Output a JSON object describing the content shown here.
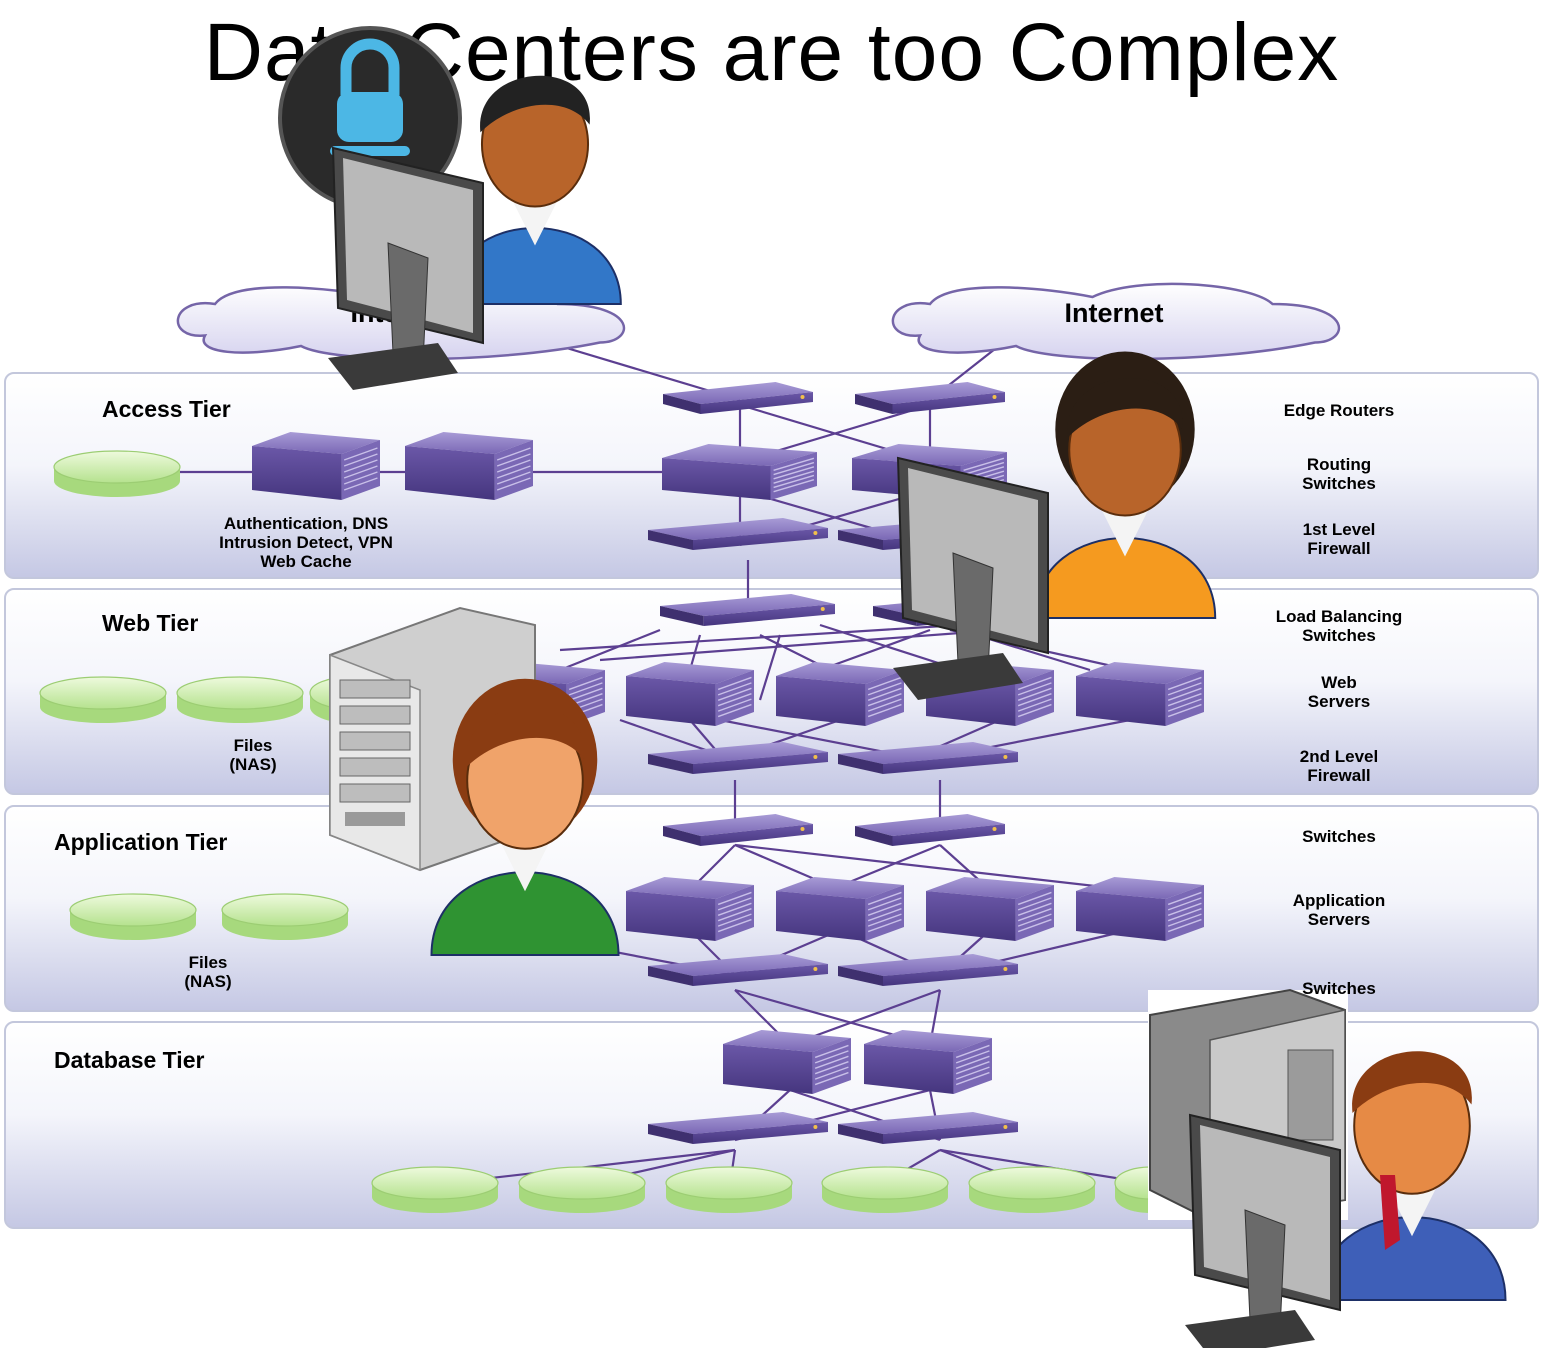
{
  "title": "Data Centers are too Complex",
  "clouds": [
    {
      "label": "Internet"
    },
    {
      "label": "Internet"
    }
  ],
  "tiers": [
    {
      "label": "Access Tier"
    },
    {
      "label": "Web Tier"
    },
    {
      "label": "Application Tier"
    },
    {
      "label": "Database Tier"
    }
  ],
  "right_labels": {
    "edge_routers": "Edge Routers",
    "routing_switches_1": "Routing",
    "routing_switches_2": "Switches",
    "first_level_1": "1st Level",
    "first_level_2": "Firewall",
    "load_balancing_1": "Load Balancing",
    "load_balancing_2": "Switches",
    "web_servers_1": "Web",
    "web_servers_2": "Servers",
    "second_level_1": "2nd Level",
    "second_level_2": "Firewall",
    "switches_top": "Switches",
    "app_servers_1": "Application",
    "app_servers_2": "Servers",
    "switches_bottom": "Switches"
  },
  "access_caption": [
    "Authentication, DNS",
    "Intrusion Detect, VPN",
    "Web Cache"
  ],
  "web_files_caption": [
    "Files",
    "(NAS)"
  ],
  "app_files_caption": [
    "Files",
    "(NAS)"
  ],
  "colors": {
    "device": "#5b4a96",
    "device_light": "#8a7cc0",
    "storage": "#c8eba8",
    "link": "#5c3f91",
    "tier_border": "#c3c7dc"
  },
  "people": [
    {
      "icon": "admin-lock-person-icon"
    },
    {
      "icon": "female-operator-orange-icon"
    },
    {
      "icon": "server-admin-green-icon"
    },
    {
      "icon": "dba-person-icon"
    }
  ]
}
